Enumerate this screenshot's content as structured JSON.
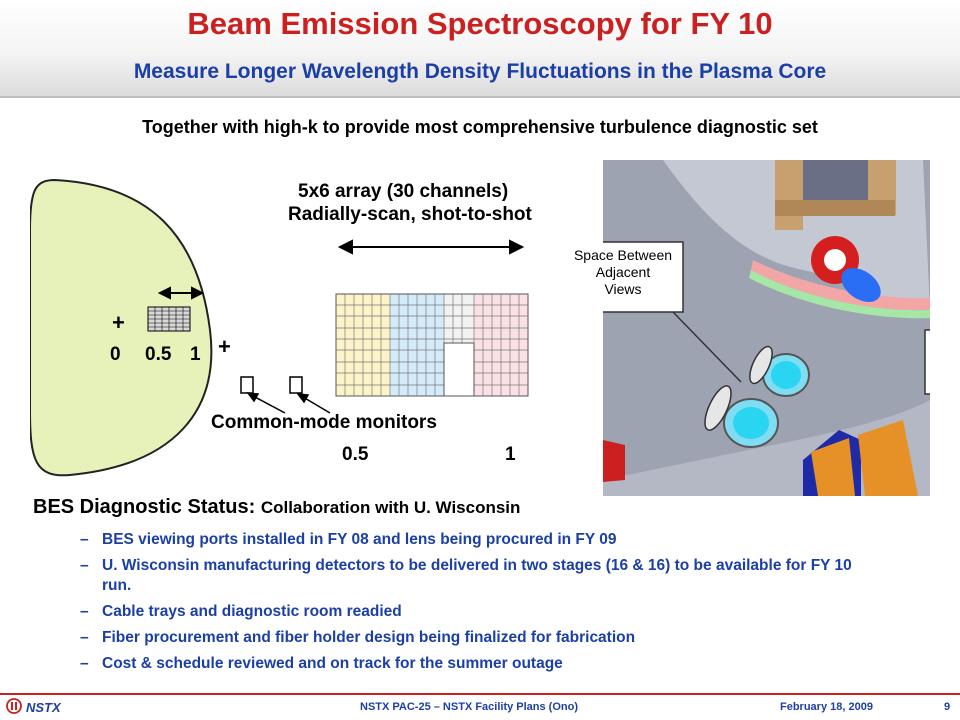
{
  "header": {
    "title": "Beam Emission Spectroscopy for FY 10",
    "subtitle": "Measure Longer Wavelength Density Fluctuations in the Plasma Core"
  },
  "tagline": "Together with high-k to provide most comprehensive turbulence diagnostic set",
  "diagram": {
    "array_label_line1": "5x6 array (30 channels)",
    "array_label_line2": "Radially-scan, shot-to-shot",
    "plus_upper": "+",
    "plus_right": "+",
    "tick_0": "0",
    "tick_05": "0.5",
    "tick_1": "1",
    "monitors_label": "Common-mode monitors",
    "axis_05": "0.5",
    "axis_1": "1"
  },
  "render": {
    "callout_line1": "Space Between",
    "callout_line2": "Adjacent",
    "callout_line3": "Views"
  },
  "status": {
    "heading": "BES Diagnostic Status:",
    "heading_detail": "Collaboration with U. Wisconsin",
    "dash": "–",
    "items": [
      "BES viewing ports installed in FY 08 and lens being procured in FY 09",
      "U. Wisconsin manufacturing detectors to be delivered in two stages (16 & 16) to be available for FY 10 run.",
      "Cable trays and diagnostic room readied",
      "Fiber procurement and fiber holder design being finalized for fabrication",
      "Cost & schedule reviewed and on track for the summer outage"
    ]
  },
  "footer": {
    "brand": "NSTX",
    "center": "NSTX PAC-25 – NSTX Facility Plans (Ono)",
    "date": "February 18, 2009",
    "page": "9"
  },
  "colors": {
    "title_red": "#cc1f1f",
    "text_blue": "#1b3fa6",
    "plasma_green": "#e6f2b9"
  }
}
